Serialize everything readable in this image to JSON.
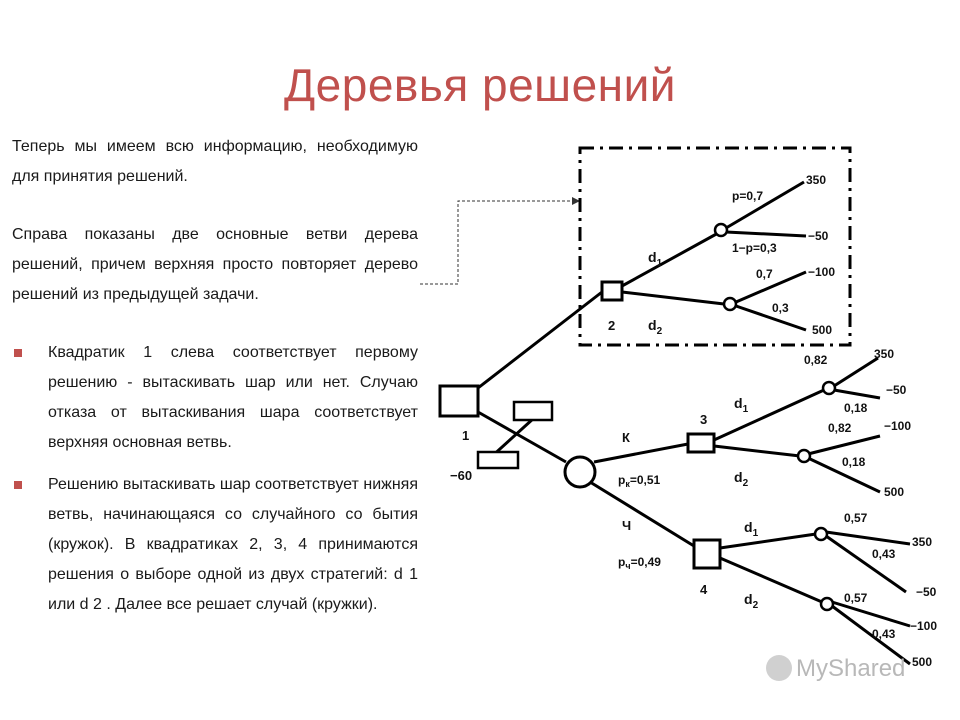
{
  "slide": {
    "title": "Деревья решений",
    "paragraphs": [
      "Теперь мы имеем всю информацию, необходимую для принятия решений.",
      "Справа показаны две основные ветви дерева решений, причем верхняя просто повторяет дерево решений из предыдущей задачи."
    ],
    "bullets": [
      "Квадратик 1 слева соответствует первому решению - вытаскивать шар или нет. Случаю отказа от вытаскивания шара соответствует верхняя основная ветвь.",
      "Решению вытаскивать шар соответствует нижняя ветвь, начинающаяся со случайного со бытия (кружок). В квадратиках 2, 3, 4 принимаются решения о выборе одной из двух стратегий: d 1 или d 2 . Далее все решает случай (кружки)."
    ],
    "bullet_color": "#c0504d",
    "title_color": "#c0504d"
  },
  "diagram": {
    "node_labels": {
      "n1": "1",
      "n2": "2",
      "n3": "3",
      "n4": "4",
      "cost": "−60"
    },
    "top_branch": {
      "d1": "d",
      "d1_sub": "1",
      "d2": "d",
      "d2_sub": "2",
      "p1": "p=0,7",
      "p2": "1−p=0,3",
      "p3": "0,7",
      "p4": "0,3",
      "v1": "350",
      "v2": "−50",
      "v3": "−100",
      "v4": "500"
    },
    "middle_branch": {
      "K": "К",
      "pk": "p",
      "pk_sub": "к",
      "pk_val": "=0,51",
      "d1": "d",
      "d1_sub": "1",
      "d2": "d",
      "d2_sub": "2",
      "p1": "0,82",
      "p2": "0,18",
      "p3": "0,82",
      "p4": "0,18",
      "v1": "350",
      "v2": "−50",
      "v3": "−100",
      "v4": "500"
    },
    "bottom_branch": {
      "CH": "Ч",
      "pch": "p",
      "pch_sub": "ч",
      "pch_val": "=0,49",
      "d1": "d",
      "d1_sub": "1",
      "d2": "d",
      "d2_sub": "2",
      "p1": "0,57",
      "p2": "0,43",
      "p3": "0,57",
      "p4": "0,43",
      "v1": "350",
      "v2": "−50",
      "v3": "−100",
      "v4": "500"
    }
  },
  "watermark": {
    "text": "MyShared"
  }
}
